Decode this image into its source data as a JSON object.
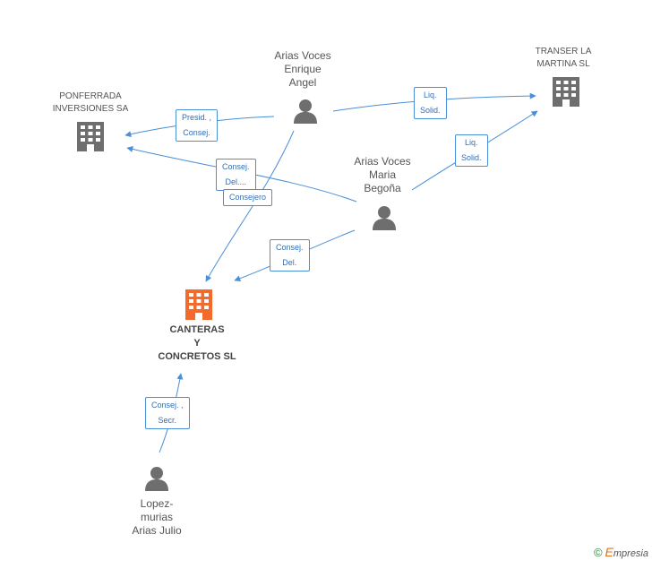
{
  "nodes": {
    "ponferrada": {
      "line1": "PONFERRADA",
      "line2": "INVERSIONES SA"
    },
    "transer": {
      "line1": "TRANSER LA",
      "line2": "MARTINA SL"
    },
    "enrique": {
      "line1": "Arias Voces",
      "line2": "Enrique",
      "line3": "Angel"
    },
    "begona": {
      "line1": "Arias Voces",
      "line2": "Maria",
      "line3": "Begoña"
    },
    "canteras": {
      "line1": "CANTERAS",
      "line2": "Y",
      "line3": "CONCRETOS SL"
    },
    "julio": {
      "line1": "Lopez-",
      "line2": "murias",
      "line3": "Arias Julio"
    }
  },
  "edges": {
    "e1": {
      "l1": "Presid. ,",
      "l2": "Consej."
    },
    "e2": {
      "l1": "Liq.",
      "l2": "Solid."
    },
    "e3": {
      "l1": "Liq.",
      "l2": "Solid."
    },
    "e4": {
      "l1": "Consej.",
      "l2": "Del...."
    },
    "e5": {
      "l1": "Consejero"
    },
    "e6": {
      "l1": "Consej.",
      "l2": "Del."
    },
    "e7": {
      "l1": "Consej. ,",
      "l2": "Secr."
    }
  },
  "footer": {
    "copyright": "©",
    "brand_initial": "E",
    "brand_rest": "mpresia"
  },
  "colors": {
    "edge": "#4a8fd8",
    "building": "#6e6e6e",
    "main_building": "#f26a2c",
    "person": "#6e6e6e"
  }
}
